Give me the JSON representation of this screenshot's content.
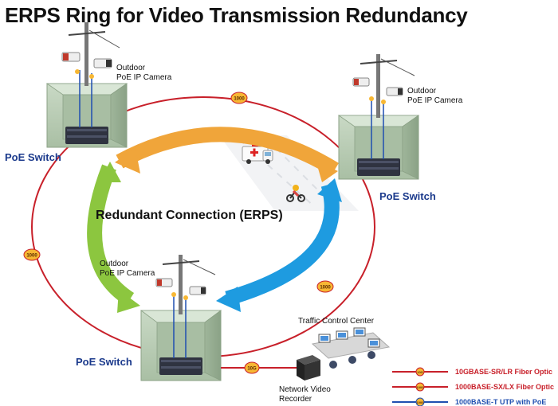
{
  "title": "ERPS Ring for Video Transmission Redundancy",
  "center_label": "Redundant Connection (ERPS)",
  "nodes": {
    "top_left": {
      "switch_label": "PoE Switch",
      "camera_label_1": "Outdoor",
      "camera_label_2": "PoE IP Camera"
    },
    "top_right": {
      "switch_label": "PoE Switch",
      "camera_label_1": "Outdoor",
      "camera_label_2": "PoE IP Camera"
    },
    "bottom": {
      "switch_label": "PoE Switch",
      "camera_label_1": "Outdoor",
      "camera_label_2": "PoE IP Camera"
    }
  },
  "link_badges": {
    "top": "1000",
    "left": "1000",
    "right": "1000",
    "nvr": "10G"
  },
  "traffic_center_label": "Traffic Control Center",
  "nvr_label_1": "Network Video",
  "nvr_label_2": "Recorder",
  "legend": [
    {
      "label": "10GBASE-SR/LR Fiber Optic",
      "badge": "10G",
      "line_color": "#c8202a",
      "text_color": "#c8202a"
    },
    {
      "label": "1000BASE-SX/LX Fiber Optic",
      "badge": "1000",
      "line_color": "#c8202a",
      "text_color": "#c8202a"
    },
    {
      "label": "1000BASE-T UTP with PoE",
      "badge": "1000",
      "line_color": "#1f4fb0",
      "text_color": "#1f4fb0"
    }
  ],
  "colors": {
    "fiber": "#c8202a",
    "utp": "#1f4fb0",
    "arrow_orange": "#f0a53a",
    "arrow_blue": "#1e9be0",
    "arrow_green": "#8cc63f",
    "cabinet": "#b9cbb6",
    "badge": "#f7b733"
  }
}
